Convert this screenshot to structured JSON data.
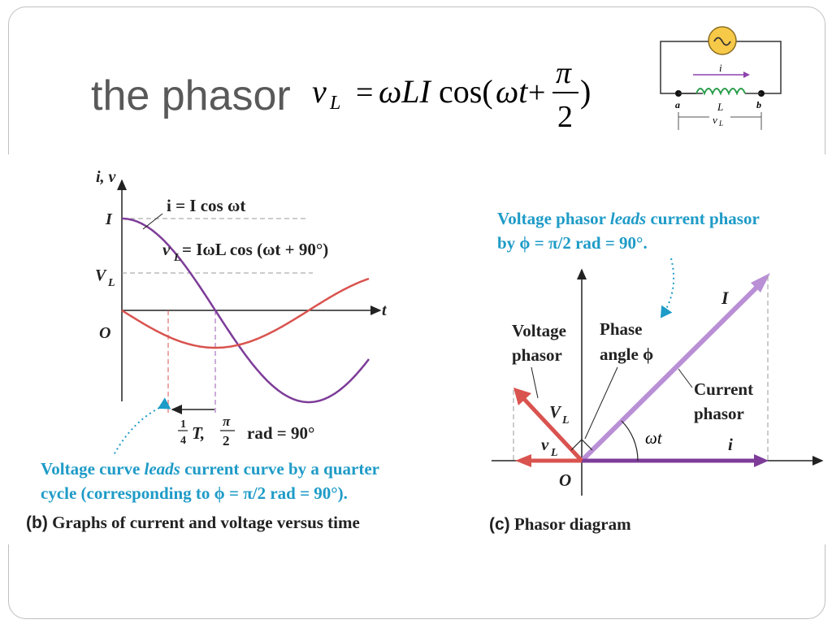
{
  "slide": {
    "title": "the phasor",
    "formula": {
      "lhs_var": "v",
      "lhs_sub": "L",
      "equals": "=",
      "omega_L_I": "ωLI",
      "cos_open": "cos(",
      "omega_t": "ωt",
      "plus": "+",
      "frac_num": "π",
      "frac_den": "2",
      "close": ")"
    }
  },
  "circuit": {
    "current": "i",
    "node_a": "a",
    "node_b": "b",
    "inductor": "L",
    "voltage_sub": "L",
    "voltage_var": "v"
  },
  "graph_b": {
    "y_axis": "i, v",
    "x_axis": "t",
    "label_I": "I",
    "label_VL_main": "V",
    "label_VL_sub": "L",
    "origin": "O",
    "eq_current": "i = I cos ωt",
    "eq_voltage_pre": "v",
    "eq_voltage_sub": "L",
    "eq_voltage_post": " = IωL cos (ωt + 90°)",
    "quarter_num": "1",
    "quarter_den": "4",
    "quarter_T": "T,",
    "pi_num": "π",
    "pi_den": "2",
    "rad_text": "rad = 90°",
    "note_line1_pre": "Voltage curve ",
    "note_line1_italic": "leads",
    "note_line1_post": " current curve by a quarter",
    "note_line2": "cycle (corresponding to ϕ = π/2 rad = 90°).",
    "caption_bold": "(b)",
    "caption_text": " Graphs of current and voltage versus time"
  },
  "graph_c": {
    "note_line1_pre": "Voltage phasor ",
    "note_line1_italic": "leads",
    "note_line1_post": " current phasor",
    "note_line2": "by ϕ = π/2 rad = 90°.",
    "voltage_phasor_1": "Voltage",
    "voltage_phasor_2": "phasor",
    "phase_angle_1": "Phase",
    "phase_angle_2": "angle ϕ",
    "current_phasor_1": "Current",
    "current_phasor_2": "phasor",
    "label_I": "I",
    "label_VL_main": "V",
    "label_VL_sub": "L",
    "label_vL_main": "v",
    "label_vL_sub": "L",
    "label_wt": "ωt",
    "label_i": "i",
    "origin": "O",
    "caption_bold": "(c)",
    "caption_text": " Phasor diagram"
  },
  "colors": {
    "current": "#7d3c98",
    "current_phasor": "#b98fd6",
    "voltage": "#d9534f",
    "note": "#1e9bc7"
  }
}
